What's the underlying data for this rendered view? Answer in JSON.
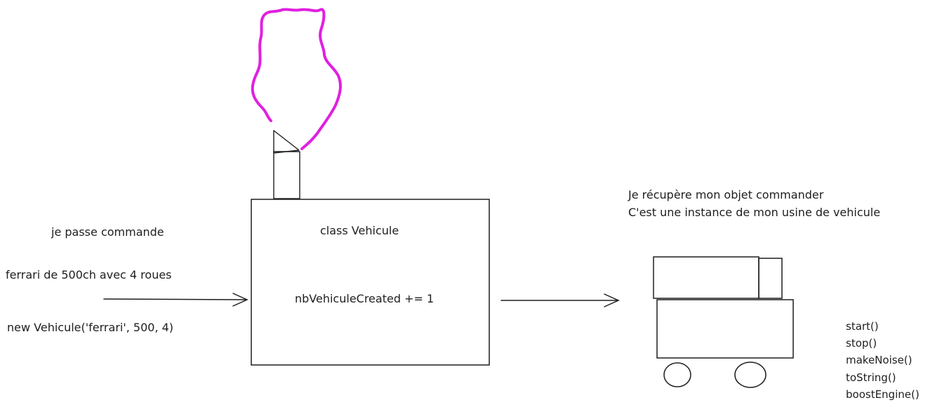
{
  "labels": {
    "commande": "je passe commande",
    "ferrari": "ferrari de 500ch avec 4 roues",
    "constructor_call": "new Vehicule('ferrari', 500, 4)",
    "class_name": "class Vehicule",
    "counter": "nbVehiculeCreated += 1",
    "recup_line1": "Je récupère mon objet commander",
    "recup_line2": "C'est une instance de mon usine de vehicule"
  },
  "methods": [
    "start()",
    "stop()",
    "makeNoise()",
    "toString()",
    "boostEngine()"
  ],
  "colors": {
    "stroke": "#1e1e1e",
    "smoke": "#e020e0",
    "background": "#ffffff"
  }
}
